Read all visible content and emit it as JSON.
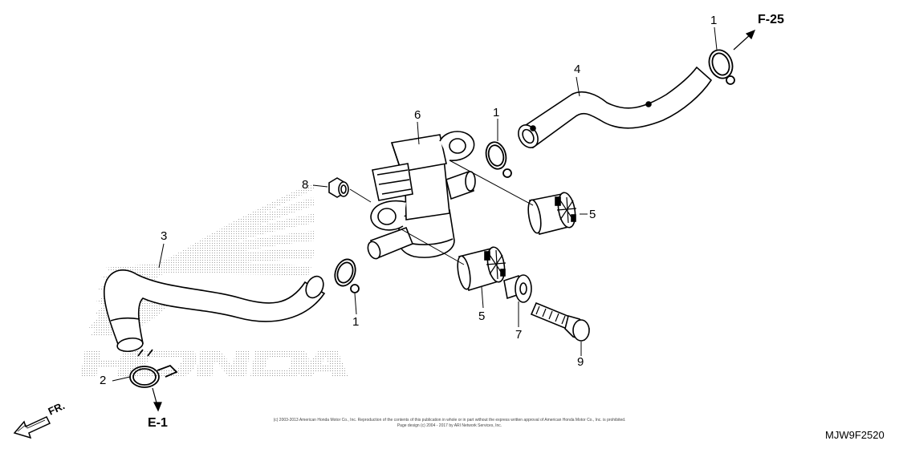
{
  "diagram": {
    "part_callouts": [
      {
        "id": "c1a",
        "label": "1"
      },
      {
        "id": "c1b",
        "label": "1"
      },
      {
        "id": "c1c",
        "label": "1"
      },
      {
        "id": "c2",
        "label": "2"
      },
      {
        "id": "c3",
        "label": "3"
      },
      {
        "id": "c4",
        "label": "4"
      },
      {
        "id": "c5a",
        "label": "5"
      },
      {
        "id": "c5b",
        "label": "5"
      },
      {
        "id": "c6",
        "label": "6"
      },
      {
        "id": "c7",
        "label": "7"
      },
      {
        "id": "c8",
        "label": "8"
      },
      {
        "id": "c9",
        "label": "9"
      }
    ],
    "references": {
      "top": "F-25",
      "bottom": "E-1",
      "front": "FR."
    },
    "watermark": "HONDA",
    "diagram_code": "MJW9F2520",
    "copyright_line1": "(c) 2003-2013 American Honda Motor Co., Inc. Reproduction of the contents of this publication in whole or in part without the express written approval of American Honda Motor Co., Inc. is prohibited.",
    "copyright_line2": "Page design (c) 2004 - 2017 by ARI Network Services, Inc."
  }
}
